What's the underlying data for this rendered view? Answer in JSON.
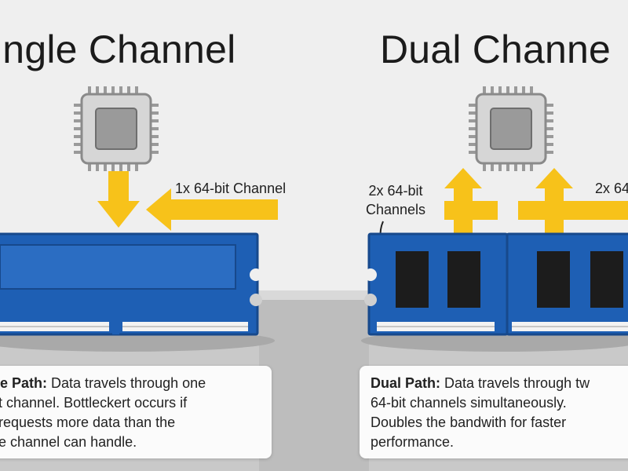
{
  "single": {
    "title": "ingle Channel",
    "arrow_label": "1x 64-bit Channel",
    "desc_head": "gle Path:",
    "desc_lines": [
      " Data travels through one",
      "bit channel. Bottleckert occurs if",
      "J requests more data than the",
      "gle channel can handle."
    ]
  },
  "dual": {
    "title": "Dual Channe",
    "arrow_label_left_1": "2x 64-bit",
    "arrow_label_left_2": "Channels",
    "arrow_label_right": "2x 64",
    "desc_head": "Dual Path:",
    "desc_lines": [
      " Data travels through tw",
      "64-bit channels simultaneously.",
      "Doubles the bandwith for faster",
      "performance."
    ]
  },
  "colors": {
    "arrow": "#f7c21a",
    "ram": "#1e5fb4",
    "ram_edge": "#17498c",
    "chip_body": "#c9c9c9",
    "chip_core": "#8e8e8e",
    "pins": "#e0c55a"
  }
}
